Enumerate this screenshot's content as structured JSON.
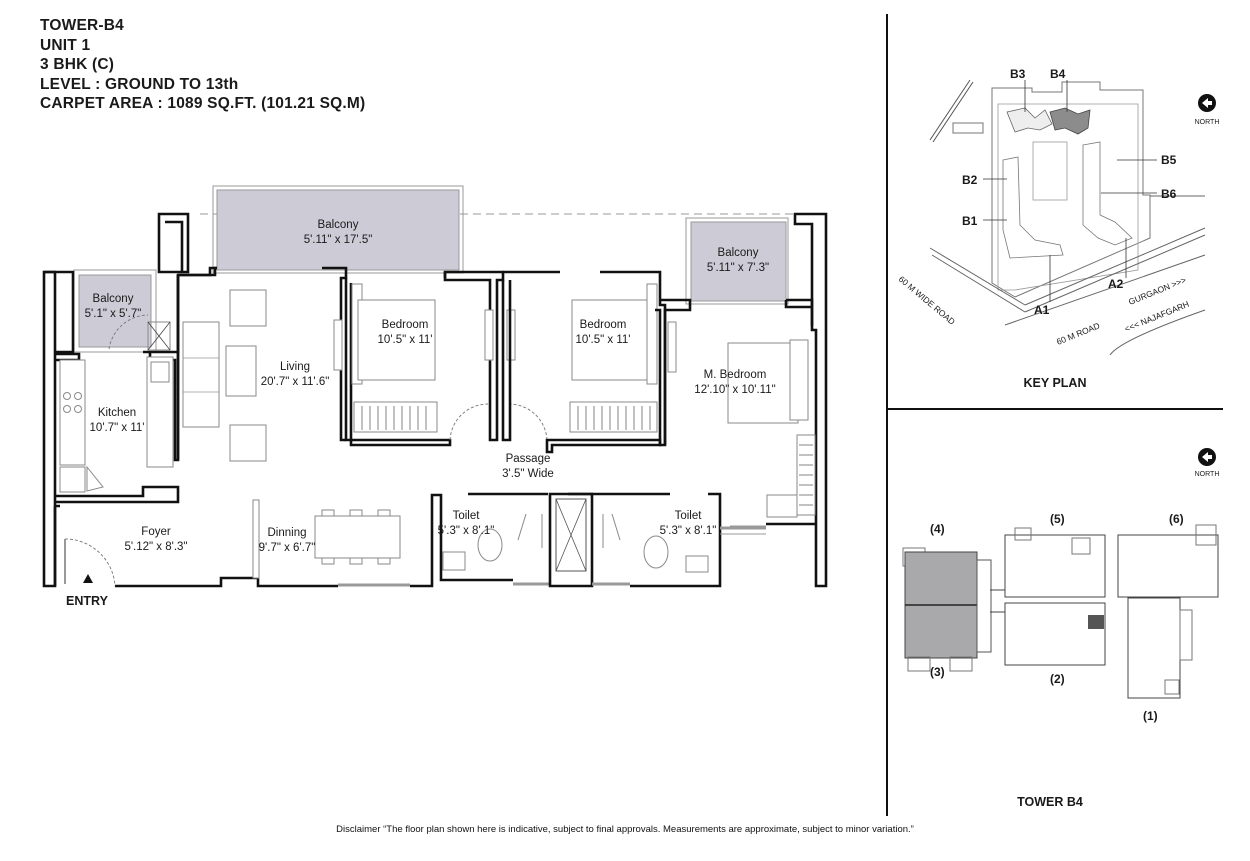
{
  "header": {
    "tower": "TOWER-B4",
    "unit": "UNIT 1",
    "type": "3 BHK (C)",
    "level": "LEVEL : GROUND TO 13th",
    "carpet_area": "CARPET AREA : 1089 SQ.FT. (101.21 SQ.M)"
  },
  "rooms": {
    "balcony_main": {
      "name": "Balcony",
      "size": "5'.11\" x 17'.5\""
    },
    "balcony_kitchen": {
      "name": "Balcony",
      "size": "5'.1\" x 5'.7\""
    },
    "balcony_master": {
      "name": "Balcony",
      "size": "5'.11\" x 7'.3\""
    },
    "kitchen": {
      "name": "Kitchen",
      "size": "10'.7\" x 11'"
    },
    "living": {
      "name": "Living",
      "size": "20'.7\" x 11'.6\""
    },
    "bedroom1": {
      "name": "Bedroom",
      "size": "10'.5\" x 11'"
    },
    "bedroom2": {
      "name": "Bedroom",
      "size": "10'.5\" x 11'"
    },
    "master_bedroom": {
      "name": "M. Bedroom",
      "size": "12'.10\" x 10'.11\""
    },
    "passage": {
      "name": "Passage",
      "size": "3'.5\" Wide"
    },
    "foyer": {
      "name": "Foyer",
      "size": "5'.12\" x 8'.3\""
    },
    "dining": {
      "name": "Dinning",
      "size": "9'.7\" x 6'.7\""
    },
    "toilet1": {
      "name": "Toilet",
      "size": "5'.3\" x 8'.1\""
    },
    "toilet2": {
      "name": "Toilet",
      "size": "5'.3\" x 8'.1\""
    }
  },
  "entry_label": "ENTRY",
  "key_plan": {
    "title": "KEY PLAN",
    "north_label": "NORTH",
    "towers": [
      "B3",
      "B4",
      "B5",
      "B2",
      "B6",
      "B1",
      "A1",
      "A2"
    ],
    "highlighted": "B4",
    "roads": {
      "wide_road": "60 M WIDE ROAD",
      "road": "60 M ROAD",
      "gurgaon": "GURGAON >>>",
      "najafgarh": "<<< NAJAFGARH"
    }
  },
  "tower_plan": {
    "title": "TOWER B4",
    "north_label": "NORTH",
    "units": [
      "(4)",
      "(5)",
      "(6)",
      "(3)",
      "(2)",
      "(1)"
    ],
    "highlighted_units": [
      "(4)",
      "(3)"
    ]
  },
  "disclaimer": "Disclaimer “The floor plan shown here is indicative, subject to final approvals. Measurements are approximate, subject to minor variation.”",
  "colors": {
    "balcony_fill": "#cdcbd6",
    "highlight_fill": "#a9a9ab",
    "wall": "#111111"
  }
}
